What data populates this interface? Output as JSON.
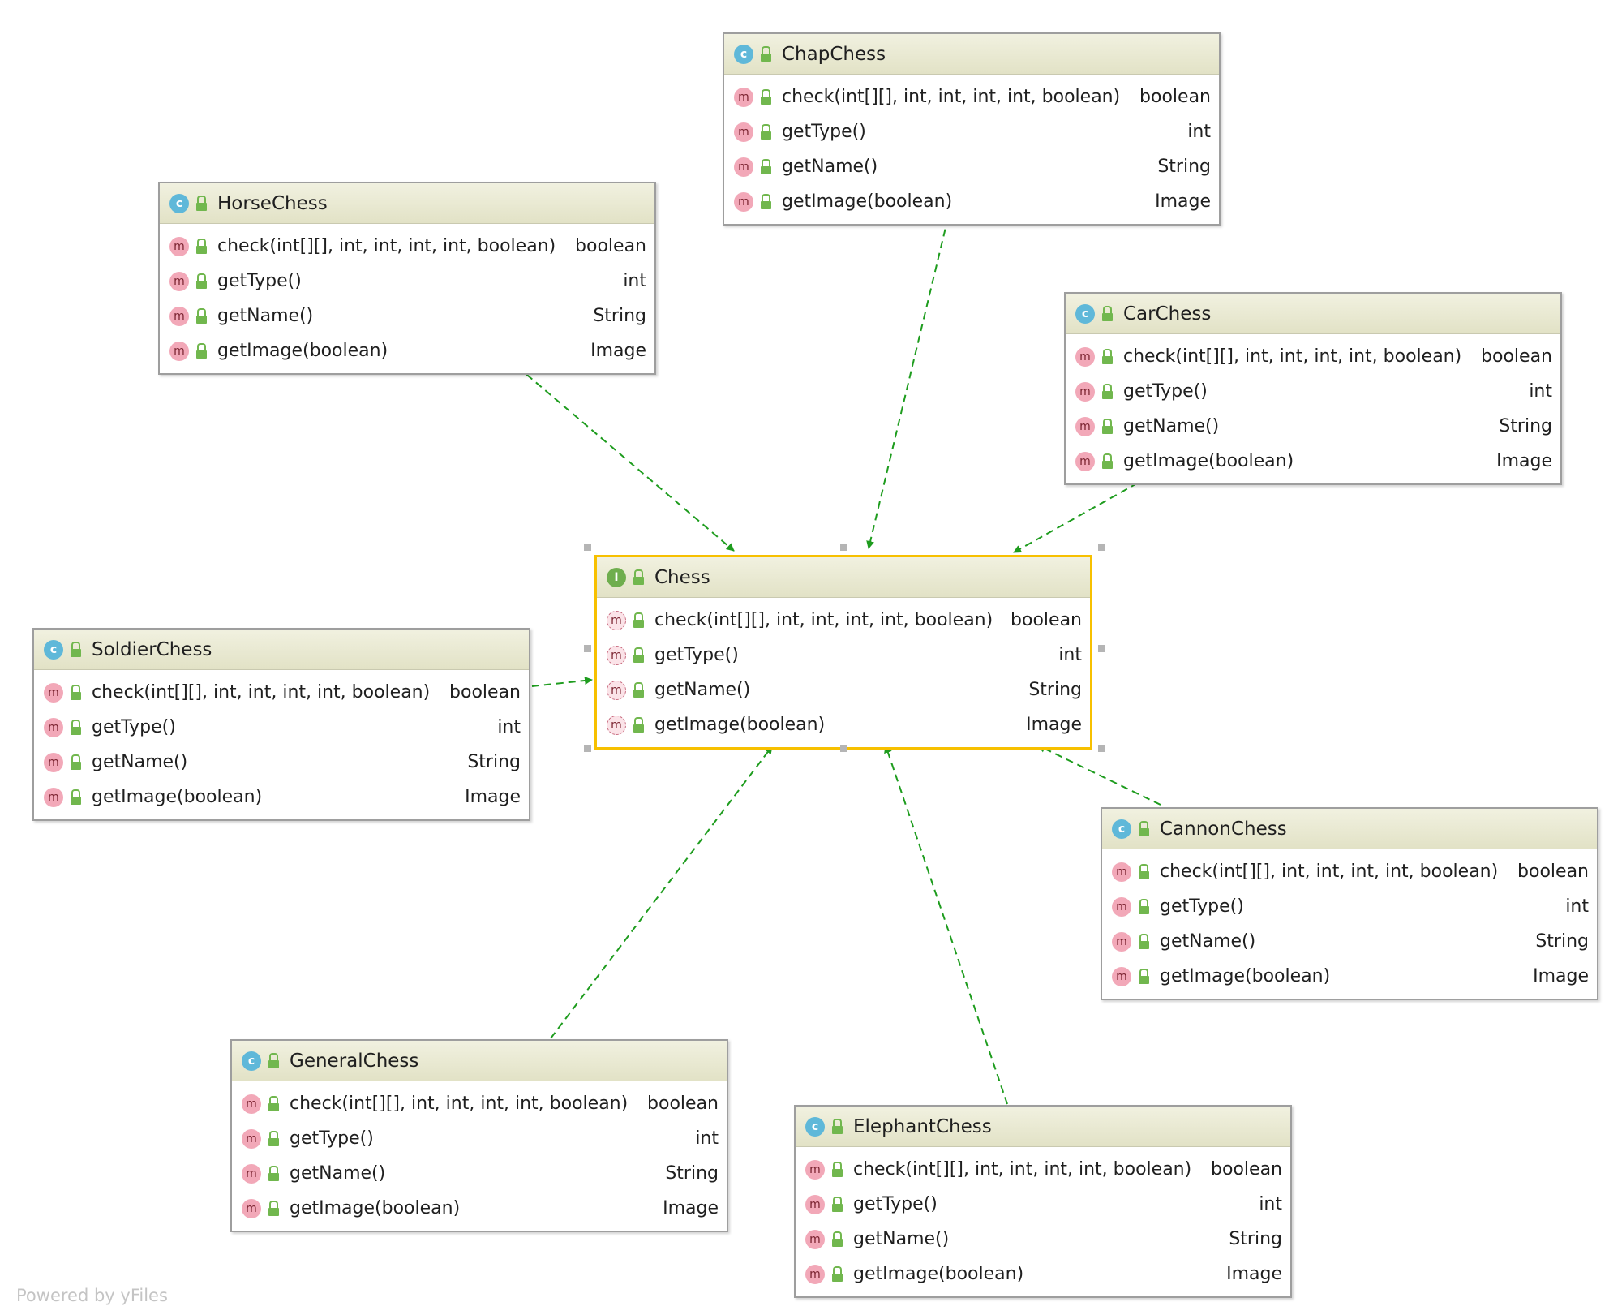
{
  "colors": {
    "edge": "#1e9c1e",
    "selected_border": "#f7c000",
    "class_badge": "#5fb8d9",
    "interface_badge": "#6fae4e",
    "method_badge": "#f2a8b8"
  },
  "nodes": [
    {
      "id": "chap",
      "name": "ChapChess",
      "kind": "class",
      "badge": "c",
      "members": [
        {
          "sig": "check(int[][], int, int, int, int, boolean)",
          "ret": "boolean"
        },
        {
          "sig": "getType()",
          "ret": "int"
        },
        {
          "sig": "getName()",
          "ret": "String"
        },
        {
          "sig": "getImage(boolean)",
          "ret": "Image"
        }
      ]
    },
    {
      "id": "horse",
      "name": "HorseChess",
      "kind": "class",
      "badge": "c",
      "members": [
        {
          "sig": "check(int[][], int, int, int, int, boolean)",
          "ret": "boolean"
        },
        {
          "sig": "getType()",
          "ret": "int"
        },
        {
          "sig": "getName()",
          "ret": "String"
        },
        {
          "sig": "getImage(boolean)",
          "ret": "Image"
        }
      ]
    },
    {
      "id": "car",
      "name": "CarChess",
      "kind": "class",
      "badge": "c",
      "members": [
        {
          "sig": "check(int[][], int, int, int, int, boolean)",
          "ret": "boolean"
        },
        {
          "sig": "getType()",
          "ret": "int"
        },
        {
          "sig": "getName()",
          "ret": "String"
        },
        {
          "sig": "getImage(boolean)",
          "ret": "Image"
        }
      ]
    },
    {
      "id": "chess",
      "name": "Chess",
      "kind": "interface",
      "badge": "I",
      "members": [
        {
          "sig": "check(int[][], int, int, int, int, boolean)",
          "ret": "boolean"
        },
        {
          "sig": "getType()",
          "ret": "int"
        },
        {
          "sig": "getName()",
          "ret": "String"
        },
        {
          "sig": "getImage(boolean)",
          "ret": "Image"
        }
      ]
    },
    {
      "id": "soldier",
      "name": "SoldierChess",
      "kind": "class",
      "badge": "c",
      "members": [
        {
          "sig": "check(int[][], int, int, int, int, boolean)",
          "ret": "boolean"
        },
        {
          "sig": "getType()",
          "ret": "int"
        },
        {
          "sig": "getName()",
          "ret": "String"
        },
        {
          "sig": "getImage(boolean)",
          "ret": "Image"
        }
      ]
    },
    {
      "id": "cannon",
      "name": "CannonChess",
      "kind": "class",
      "badge": "c",
      "members": [
        {
          "sig": "check(int[][], int, int, int, int, boolean)",
          "ret": "boolean"
        },
        {
          "sig": "getType()",
          "ret": "int"
        },
        {
          "sig": "getName()",
          "ret": "String"
        },
        {
          "sig": "getImage(boolean)",
          "ret": "Image"
        }
      ]
    },
    {
      "id": "general",
      "name": "GeneralChess",
      "kind": "class",
      "badge": "c",
      "members": [
        {
          "sig": "check(int[][], int, int, int, int, boolean)",
          "ret": "boolean"
        },
        {
          "sig": "getType()",
          "ret": "int"
        },
        {
          "sig": "getName()",
          "ret": "String"
        },
        {
          "sig": "getImage(boolean)",
          "ret": "Image"
        }
      ]
    },
    {
      "id": "elephant",
      "name": "ElephantChess",
      "kind": "class",
      "badge": "c",
      "members": [
        {
          "sig": "check(int[][], int, int, int, int, boolean)",
          "ret": "boolean"
        },
        {
          "sig": "getType()",
          "ret": "int"
        },
        {
          "sig": "getName()",
          "ret": "String"
        },
        {
          "sig": "getImage(boolean)",
          "ret": "Image"
        }
      ]
    }
  ],
  "edges": [
    {
      "from": "ChapChess",
      "to": "Chess",
      "relation": "implements"
    },
    {
      "from": "HorseChess",
      "to": "Chess",
      "relation": "implements"
    },
    {
      "from": "CarChess",
      "to": "Chess",
      "relation": "implements"
    },
    {
      "from": "SoldierChess",
      "to": "Chess",
      "relation": "implements"
    },
    {
      "from": "CannonChess",
      "to": "Chess",
      "relation": "implements"
    },
    {
      "from": "GeneralChess",
      "to": "Chess",
      "relation": "implements"
    },
    {
      "from": "ElephantChess",
      "to": "Chess",
      "relation": "implements"
    }
  ],
  "selected": "Chess",
  "footer": {
    "watermark": "Powered by yFiles"
  }
}
